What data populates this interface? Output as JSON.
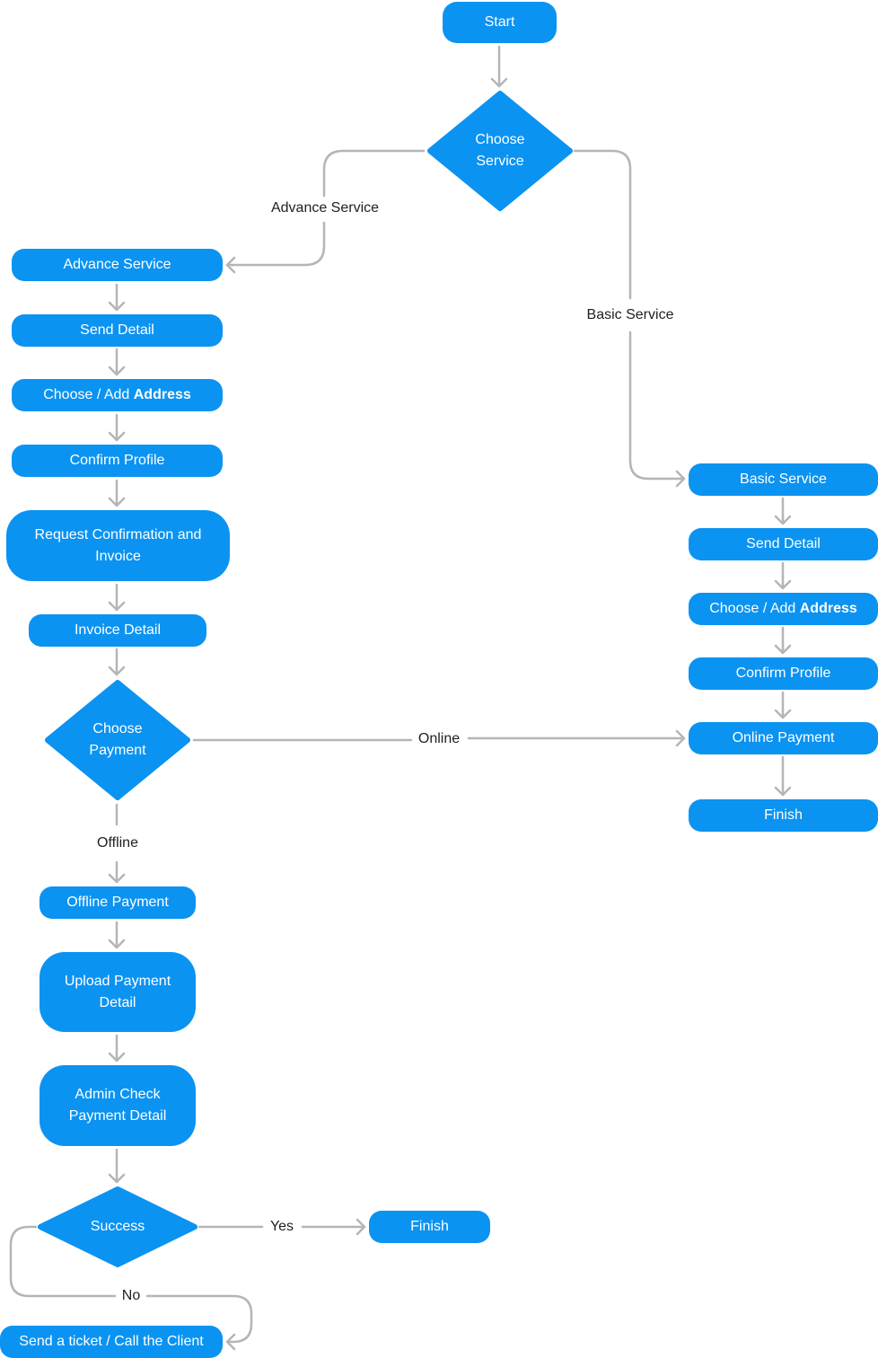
{
  "nodes": {
    "start": "Start",
    "choose_service_line1": "Choose",
    "choose_service_line2": "Service",
    "advance_service": "Advance Service",
    "adv_send_detail": "Send Detail",
    "adv_choose_add_prefix": "Choose / Add ",
    "adv_choose_add_bold": "Address",
    "adv_confirm_profile": "Confirm Profile",
    "request_confirmation": "Request Confirmation and Invoice",
    "invoice_detail": "Invoice Detail",
    "choose_payment_line1": "Choose",
    "choose_payment_line2": "Payment",
    "offline_payment": "Offline Payment",
    "upload_payment_detail": "Upload Payment Detail",
    "admin_check_payment": "Admin Check Payment Detail",
    "success": "Success",
    "finish_success": "Finish",
    "send_ticket": "Send a ticket / Call the Client",
    "basic_service": "Basic Service",
    "basic_send_detail": "Send Detail",
    "basic_choose_add_prefix": "Choose / Add ",
    "basic_choose_add_bold": "Address",
    "basic_confirm_profile": "Confirm Profile",
    "online_payment": "Online Payment",
    "finish_basic": "Finish"
  },
  "edge_labels": {
    "advance_service": "Advance Service",
    "basic_service": "Basic Service",
    "online": "Online",
    "offline": "Offline",
    "yes": "Yes",
    "no": "No"
  },
  "colors": {
    "node_fill": "#0b93f2",
    "node_text": "#ffffff",
    "connector": "#b5b5b5",
    "edge_label_text": "#1f1f1f"
  }
}
